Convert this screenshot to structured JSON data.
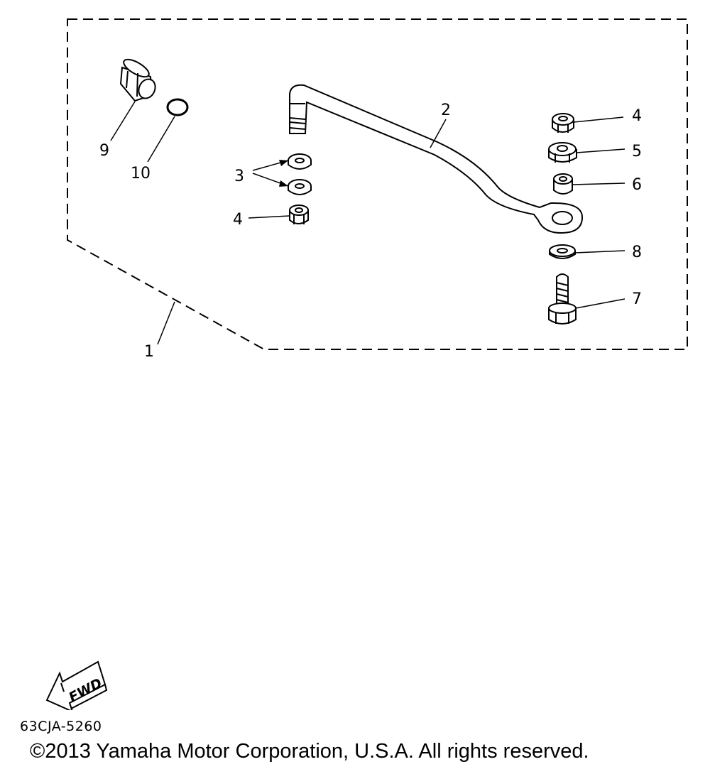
{
  "callouts": {
    "c1": "1",
    "c2": "2",
    "c3": "3",
    "c4a": "4",
    "c4b": "4",
    "c5": "5",
    "c6": "6",
    "c7": "7",
    "c8": "8",
    "c9": "9",
    "c10": "10"
  },
  "fwd_label": "FWD",
  "diagram_code": "63CJA-5260",
  "copyright": "©2013 Yamaha Motor Corporation, U.S.A. All rights reserved.",
  "colors": {
    "line": "#000000",
    "background": "#ffffff"
  }
}
